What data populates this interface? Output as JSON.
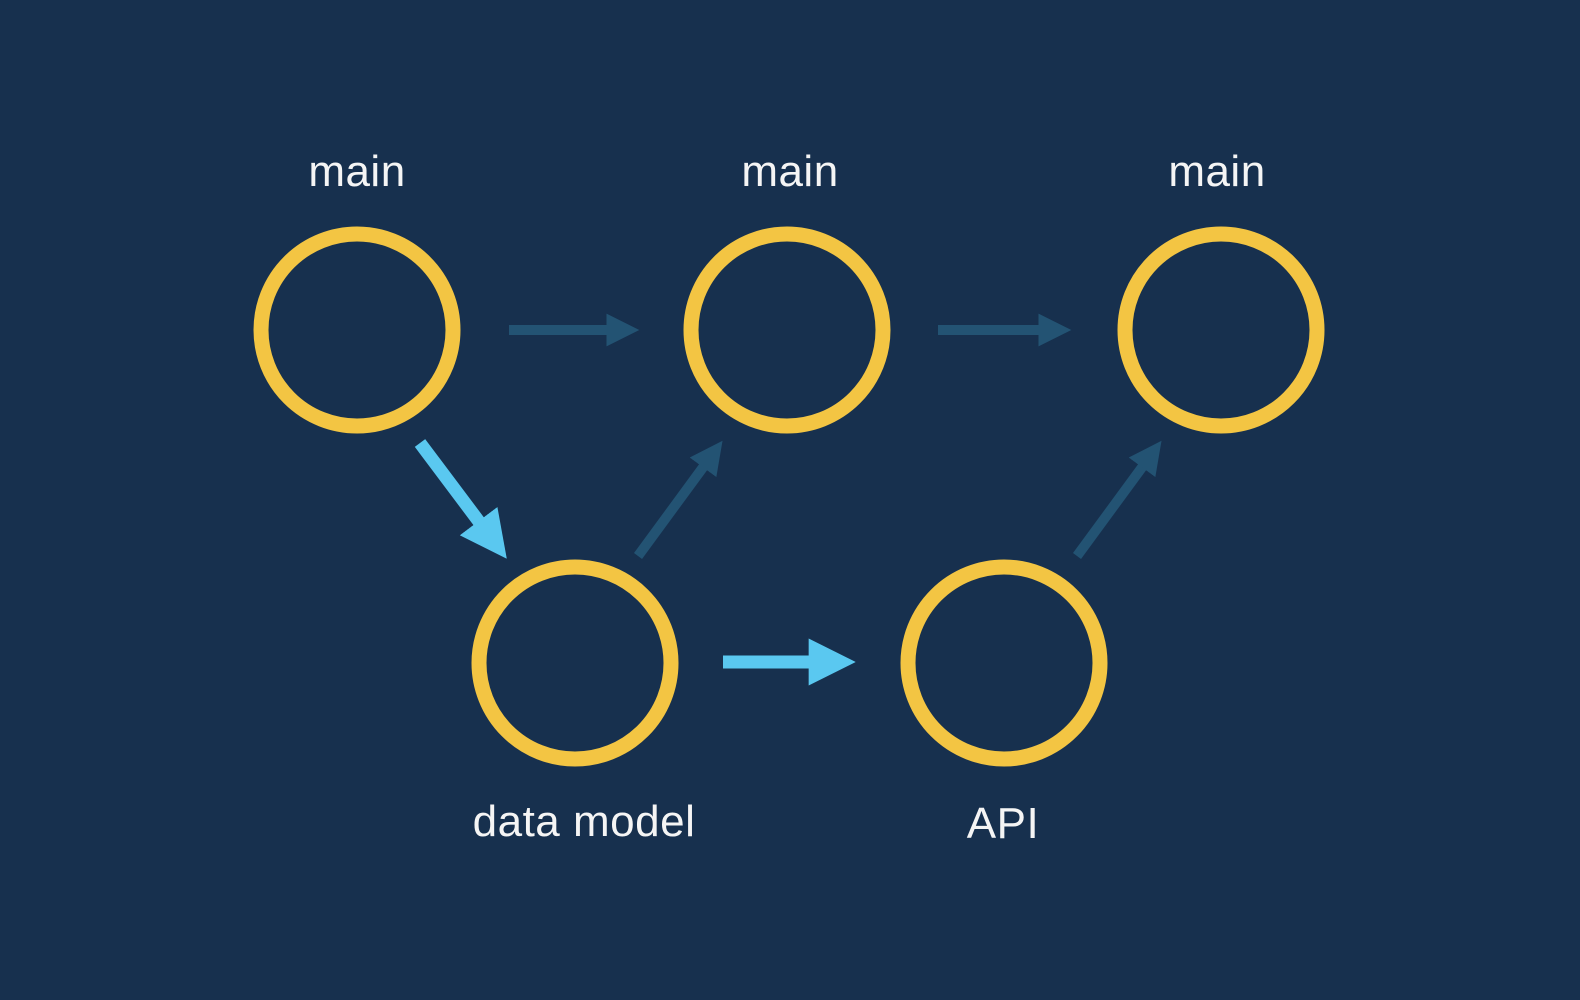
{
  "colors": {
    "background": "#17304E",
    "node_ring": "#F3C543",
    "arrow_muted": "#235373",
    "arrow_highlight": "#5AC8F0",
    "label_text": "#F5F5F5"
  },
  "diagram": {
    "type": "branch-graph",
    "nodes": [
      {
        "id": "main-1",
        "label": "main",
        "row": "top",
        "label_position": "above"
      },
      {
        "id": "main-2",
        "label": "main",
        "row": "top",
        "label_position": "above"
      },
      {
        "id": "main-3",
        "label": "main",
        "row": "top",
        "label_position": "above"
      },
      {
        "id": "data-model",
        "label": "data model",
        "row": "bottom",
        "label_position": "below"
      },
      {
        "id": "api",
        "label": "API",
        "row": "bottom",
        "label_position": "below"
      }
    ],
    "edges": [
      {
        "from": "main-1",
        "to": "main-2",
        "style": "muted"
      },
      {
        "from": "main-2",
        "to": "main-3",
        "style": "muted"
      },
      {
        "from": "main-1",
        "to": "data-model",
        "style": "highlight"
      },
      {
        "from": "data-model",
        "to": "main-2",
        "style": "muted"
      },
      {
        "from": "data-model",
        "to": "api",
        "style": "highlight"
      },
      {
        "from": "api",
        "to": "main-3",
        "style": "muted"
      }
    ]
  }
}
